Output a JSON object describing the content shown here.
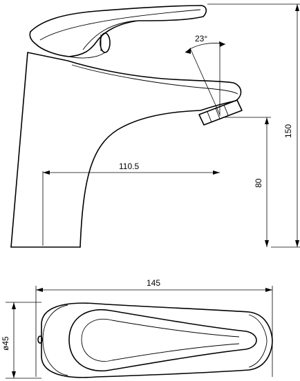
{
  "dimensions": {
    "angle": "23°",
    "spout_reach": "110.5",
    "spout_height": "80",
    "total_height": "150",
    "total_length": "145",
    "base_diameter": "ø45"
  },
  "colors": {
    "line": "#000000",
    "background": "#ffffff"
  }
}
